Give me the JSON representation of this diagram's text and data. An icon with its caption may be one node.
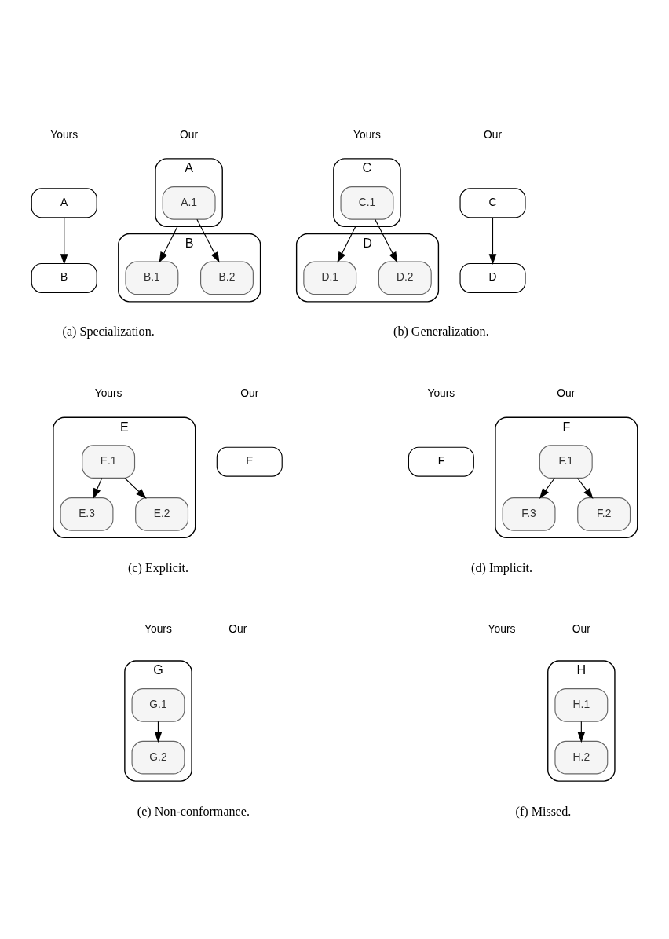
{
  "diagram": {
    "nodes": [
      {
        "text": [
          "A"
        ]
      },
      {
        "text": [
          "B"
        ]
      },
      {
        "text": [
          "A"
        ]
      },
      {
        "text": [
          "A.1"
        ],
        "in": 2
      },
      {
        "text": [
          "B"
        ]
      },
      {
        "text": [
          "B.1"
        ],
        "in": 4
      },
      {
        "text": [
          "B.2"
        ],
        "in": 4
      },
      {
        "text": [
          "C"
        ]
      },
      {
        "text": [
          "C.1"
        ],
        "in": 7
      },
      {
        "text": [
          "D"
        ]
      },
      {
        "text": [
          "D.1"
        ],
        "in": 9
      },
      {
        "text": [
          "D.2"
        ],
        "in": 9
      },
      {
        "text": [
          "C"
        ]
      },
      {
        "text": [
          "D"
        ]
      },
      {
        "text": [
          "E"
        ]
      },
      {
        "text": [
          "E.1"
        ],
        "in": 14
      },
      {
        "text": [
          "E.2"
        ],
        "in": 14
      },
      {
        "text": [
          "E.3"
        ],
        "in": 14
      },
      {
        "text": [
          "E"
        ]
      },
      {
        "text": [
          "F"
        ]
      },
      {
        "text": [
          "F"
        ]
      },
      {
        "text": [
          "F.1"
        ],
        "in": 20
      },
      {
        "text": [
          "F.2"
        ],
        "in": 20
      },
      {
        "text": [
          "F.3"
        ],
        "in": 20
      },
      {
        "text": [
          "G"
        ]
      },
      {
        "text": [
          "G.1"
        ],
        "in": 24
      },
      {
        "text": [
          "G.2"
        ],
        "in": 24
      },
      {
        "text": [
          "H"
        ]
      },
      {
        "text": [
          "H.1"
        ],
        "in": 27
      },
      {
        "text": [
          "H.2"
        ],
        "in": 27
      }
    ],
    "edges": [
      {
        "from": 0,
        "to": 1,
        "arrow": "to"
      },
      {
        "from": 2,
        "to": 5,
        "arrow": "to"
      },
      {
        "from": 3,
        "to": 6,
        "arrow": "to"
      },
      {
        "from": 7,
        "to": 10,
        "arrow": "to"
      },
      {
        "from": 8,
        "to": 11,
        "arrow": "to"
      },
      {
        "from": 12,
        "to": 13,
        "arrow": "to"
      },
      {
        "from": 15,
        "to": 16,
        "arrow": "to"
      },
      {
        "from": 15,
        "to": 17,
        "arrow": "to"
      },
      {
        "from": 21,
        "to": 22,
        "arrow": "to"
      },
      {
        "from": 21,
        "to": 23,
        "arrow": "to"
      },
      {
        "from": 25,
        "to": 26,
        "arrow": "to"
      },
      {
        "from": 28,
        "to": 29,
        "arrow": "to"
      }
    ],
    "labels": [
      "Yours",
      "Our",
      "Yours",
      "Our",
      "(a) Specialization.",
      "(b) Generalization.",
      "Yours",
      "Our",
      "Yours",
      "Our",
      "(c) Explicit.",
      "(d) Implicit.",
      "Yours",
      "Our",
      "Yours",
      "Our",
      "(e) Non-conformance.",
      "(f) Missed."
    ]
  }
}
